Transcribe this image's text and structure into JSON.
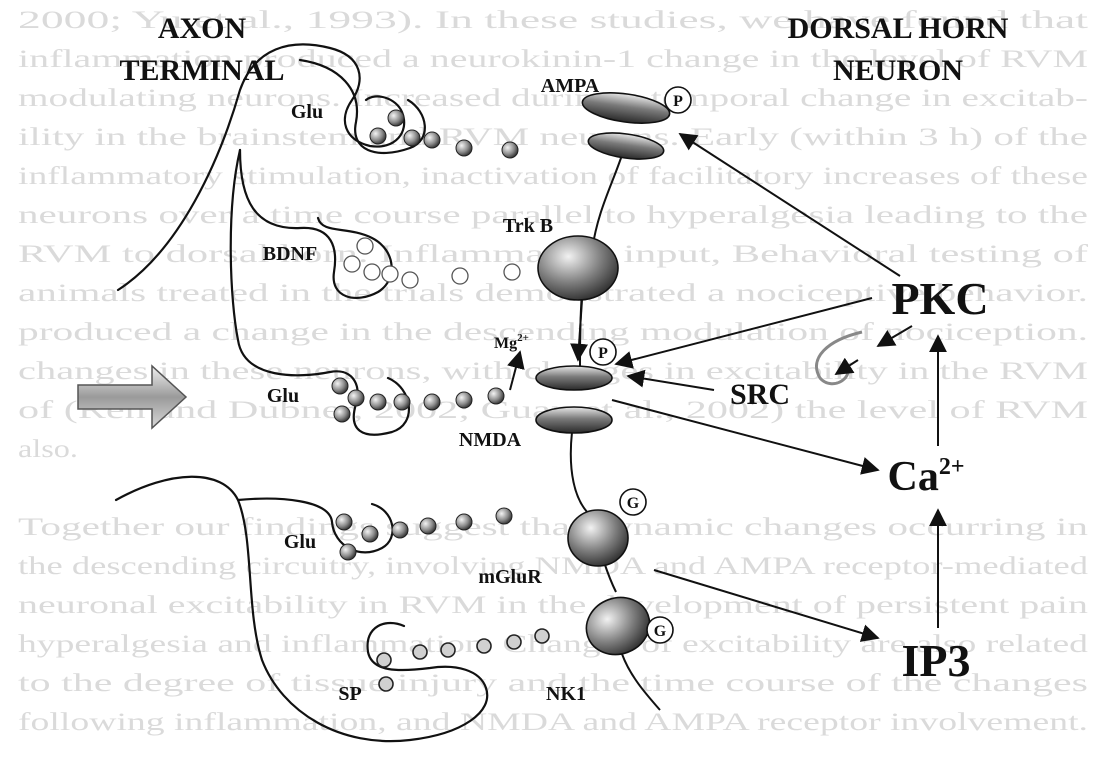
{
  "headers": {
    "left": [
      "AXON",
      "TERMINAL"
    ],
    "right": [
      "DORSAL HORN",
      "NEURON"
    ]
  },
  "terminal_labels": {
    "glu_top": "Glu",
    "bdnf": "BDNF",
    "glu_mid": "Glu",
    "glu_low": "Glu",
    "sp": "SP"
  },
  "receptor_labels": {
    "ampa": "AMPA",
    "trkb": "Trk B",
    "mg": "Mg",
    "mg_charge": "2+",
    "nmda": "NMDA",
    "mglur": "mGluR",
    "nk1": "NK1"
  },
  "phospho": {
    "p1": "P",
    "p2": "P"
  },
  "gprotein": {
    "g1": "G",
    "g2": "G"
  },
  "signaling": {
    "pkc": "PKC",
    "src": "SRC",
    "ca": "Ca",
    "ca_charge": "2+",
    "ip3": "IP3"
  },
  "bleed_through_text": [
    "2000; Yu et al., 1993).  In these studies, we have found that",
    "inflammation produced a neurokinin-1 change in the level of RVM",
    "modulating neurons.  Increased during a temporal change in excitab-",
    "ility in the brainstem and RVM neurons.  Early (within 3 h) of the",
    "inflammatory stimulation, inactivation of facilitatory increases of these",
    "neurons over a time course parallel to hyperalgesia leading to the",
    "RVM to dorsal horn.  Inflammatory input, Behavioral testing of",
    "animals treated in the trials demonstrated a nociceptive behavior.",
    "produced a change in the descending modulation of nociception.",
    "changes in these neurons, with changes in excitability in the RVM",
    "of (Ren and Dubner, 2002; Guan et al., 2002) the level of RVM",
    "also.",
    "",
    "Together our findings suggest that dynamic changes occurring in",
    "the descending circuitry, involving NMDA and AMPA receptor-mediated",
    "neuronal excitability in RVM in the development of persistent pain",
    "hyperalgesia and inflammation.  Changes of excitability are also related",
    "to the degree of tissue injury and the time course of the changes",
    "following inflammation, and NMDA and AMPA receptor involvement."
  ],
  "colors": {
    "ink": "#111111",
    "background": "#ffffff",
    "filled_vesicle": "#8a8a8a",
    "receptor_dark": "#4a4a4a",
    "receptor_light": "#d6d6d6",
    "bleed_text": "#bdbdbd"
  }
}
